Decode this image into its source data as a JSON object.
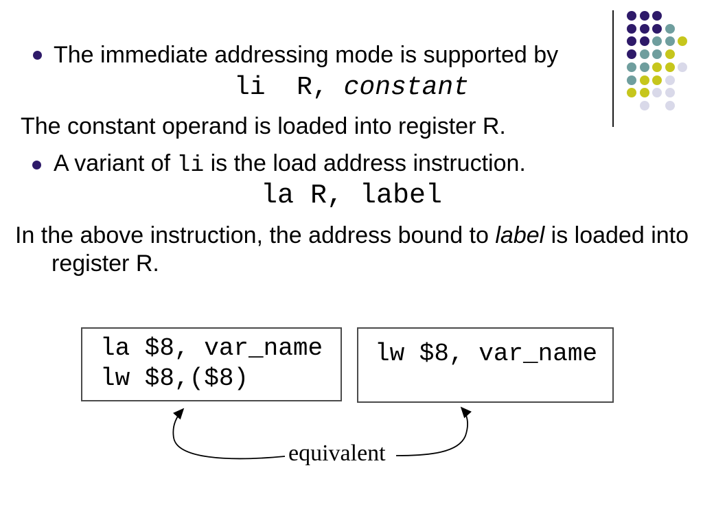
{
  "slide": {
    "bullet1_text": "The immediate addressing mode is supported by",
    "code1_prefix": "li  R, ",
    "code1_italic": "constant",
    "para1": "The constant operand is loaded into register R.",
    "bullet2_pre": "A variant of ",
    "bullet2_mono": "li",
    "bullet2_post": " is the load address instruction.",
    "code2": "la R, label",
    "para2_pre": "In the above instruction, the address bound to ",
    "para2_italic": "label",
    "para2_post": " is loaded into register R.",
    "left_box_line1": "la $8, var_name",
    "left_box_line2": "lw $8,($8)",
    "right_box_line1": "lw $8, var_name",
    "equivalence_label": "equivalent"
  },
  "decoration": {
    "bullet_color": "#2E1A69",
    "dot_colors": {
      "P": "#2E1A69",
      "T": "#6F9E9E",
      "Y": "#C6C61C",
      "L": "#D9D9E9"
    },
    "dot_pattern": [
      "PPP..",
      "PPPT.",
      "PPTTY",
      "PTTY.",
      "TTYYL",
      "TYYL.",
      "YYLL.",
      ".L.L."
    ]
  }
}
